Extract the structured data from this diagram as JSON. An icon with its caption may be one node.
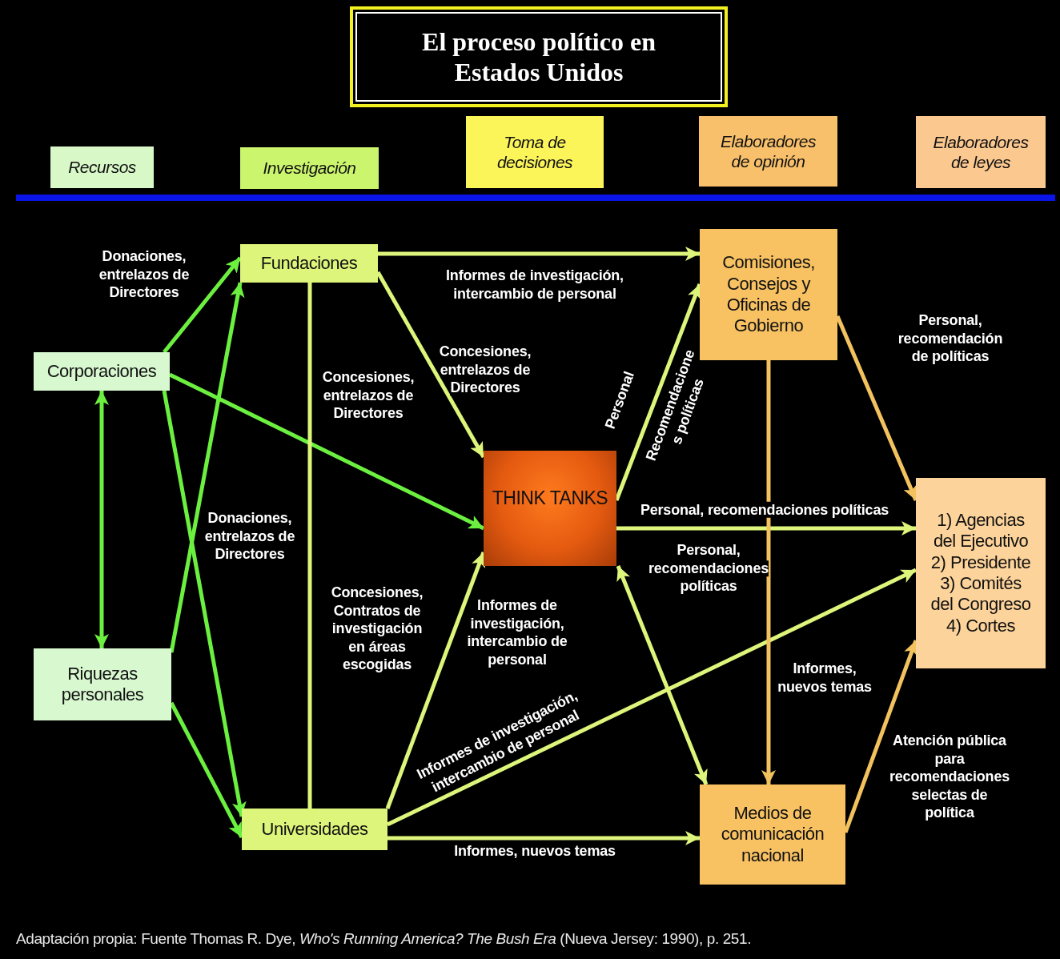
{
  "diagram": {
    "nodes": [
      {
        "text": [
          "El proceso político en Estados Unidos"
        ]
      },
      {
        "text": [
          "Recursos"
        ]
      },
      {
        "text": [
          "Investigación"
        ]
      },
      {
        "text": [
          "Toma de decisiones"
        ]
      },
      {
        "text": [
          "Elaboradores de opinión"
        ]
      },
      {
        "text": [
          "Elaboradores de leyes"
        ]
      },
      {
        "text": [
          "Fundaciones"
        ]
      },
      {
        "text": [
          "Corporaciones"
        ]
      },
      {
        "text": [
          "Riquezas personales"
        ]
      },
      {
        "text": [
          "Universidades"
        ]
      },
      {
        "text": [
          "THINK TANKS"
        ]
      },
      {
        "text": [
          "Comisiones, Consejos y Oficinas de Gobierno"
        ]
      },
      {
        "text": [
          "1) Agencias del Ejecutivo",
          "2) Presidente",
          "3) Comités del Congreso",
          "4) Cortes"
        ]
      },
      {
        "text": [
          "Medios de comunicación nacional"
        ]
      }
    ],
    "edges": [
      {
        "from": 7,
        "to": 6,
        "arrow": "to",
        "label": "Donaciones, entrelazos de Directores",
        "color": "#6cf040"
      },
      {
        "from": 8,
        "to": 6,
        "arrow": "to",
        "color": "#6cf040"
      },
      {
        "from": 7,
        "to": 10,
        "arrow": "to",
        "color": "#6cf040"
      },
      {
        "from": 7,
        "to": 9,
        "arrow": "to",
        "label": "Donaciones, entrelazos de Directores",
        "color": "#6cf040"
      },
      {
        "from": 8,
        "to": 9,
        "arrow": "to",
        "color": "#6cf040"
      },
      {
        "from": 7,
        "to": 8,
        "arrow": "both",
        "color": "#6cf040"
      },
      {
        "from": 6,
        "to": 11,
        "arrow": "to",
        "label": "Informes de investigación, intercambio de personal"
      },
      {
        "from": 6,
        "to": 10,
        "arrow": "to",
        "label": "Concesiones, entrelazos de Directores"
      },
      {
        "from": 6,
        "to": 9,
        "arrow": "none",
        "label": "Concesiones, Contratos de investigación en áreas escogidas"
      },
      {
        "from": 9,
        "to": 10,
        "arrow": "to",
        "label": "Informes de investigación, intercambio de personal"
      },
      {
        "from": 9,
        "to": 12,
        "arrow": "to",
        "label": "Informes de investigación, intercambio de personal"
      },
      {
        "from": 9,
        "to": 13,
        "arrow": "to",
        "label": "Informes, nuevos temas"
      },
      {
        "from": 10,
        "to": 11,
        "arrow": "to",
        "label": "Recomendacione s políticas"
      },
      {
        "from": 10,
        "to": 12,
        "arrow": "to",
        "label": "Personal, recomendaciones políticas"
      },
      {
        "from": 10,
        "to": 13,
        "arrow": "both",
        "label": "Personal, recomendaciones políticas"
      },
      {
        "from": 11,
        "to": 13,
        "arrow": "to",
        "label": "Informes, nuevos temas",
        "color": "#f2c25e"
      },
      {
        "from": 11,
        "to": 12,
        "arrow": "to",
        "label": "Personal, recomendación de políticas",
        "color": "#f2c25e"
      },
      {
        "from": 13,
        "to": 12,
        "arrow": "to",
        "label": "Atención pública para recomendaciones selectas de política",
        "color": "#f2c25e"
      }
    ],
    "labels": [
      "Concesiones, entrelazos de Directores",
      "Personal"
    ],
    "caption": "Adaptación propia: Fuente Thomas R. Dye, *Who's Running America? The Bush Era* (Nueva Jersey: 1990), p. 251."
  }
}
